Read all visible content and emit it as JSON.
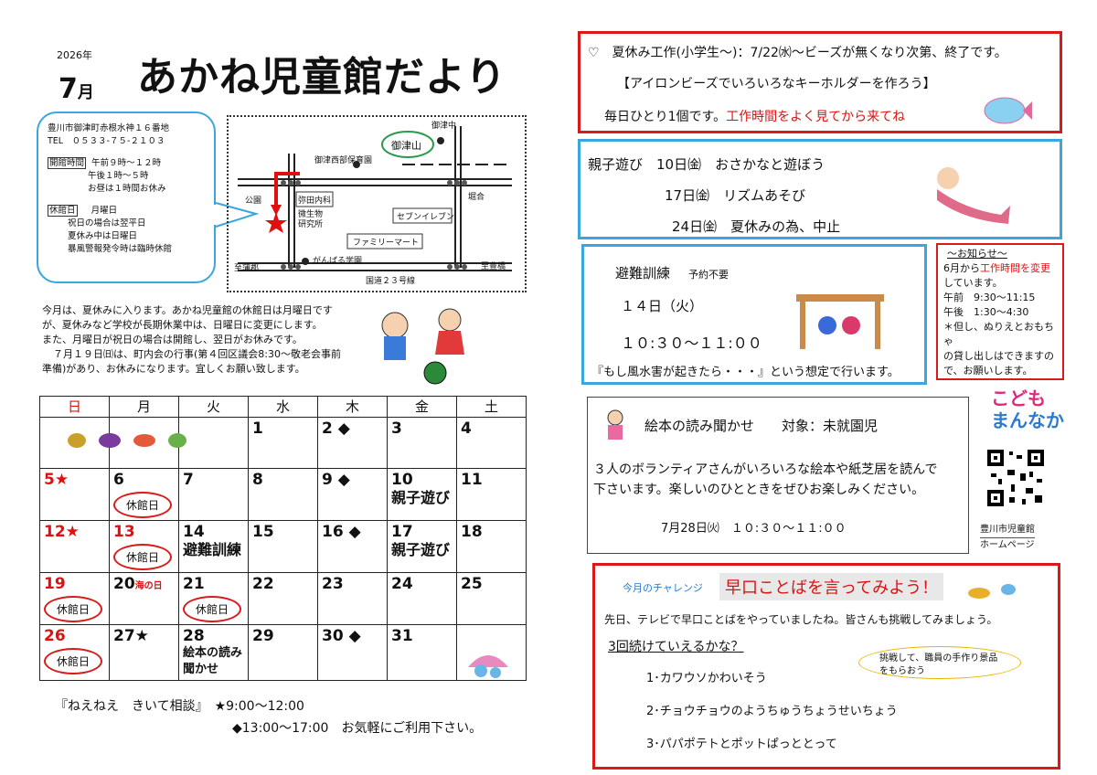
{
  "header": {
    "year": "2026年",
    "month": "7",
    "month_suffix": "月",
    "title": "あかね児童館だより"
  },
  "info": {
    "address": "豊川市御津町赤根水神１６番地",
    "tel": "TEL　０５３３-７５-２１０３",
    "hours_label": "開館時間",
    "hours_am": "午前９時～１２時",
    "hours_pm": "午後１時～５時",
    "hours_lunch": "お昼は１時間お休み",
    "closed_label": "休館日",
    "closed_day": "月曜日",
    "closed_1": "祝日の場合は翌平日",
    "closed_2": "夏休み中は日曜日",
    "closed_3": "暴風警報発令時は臨時休館"
  },
  "map": {
    "mitsuyama": "御津山",
    "mitsu_naka": "御津中",
    "hoikuen": "御津西部保育園",
    "park": "公園",
    "yada": "弥田内科",
    "biseibutsu": "微生物\n研究所",
    "family_mart": "ファミリーマート",
    "seven": "セブンイレブン",
    "horiai": "堀合",
    "ganbaru": "がんばる学園",
    "shigamo": "至蒲郡",
    "toyohashi": "至豊橋",
    "route": "国道２３号線"
  },
  "notice": {
    "l1": "今月は、夏休みに入ります。あかね児童館の休館日は月曜日です",
    "l2": "が、夏休みなど学校が長期休業中は、日曜日に変更にします。",
    "l3": "また、月曜日が祝日の場合は開館し、翌日がお休みです。",
    "l4": "７月１９日㈰は、町内会の行事(第４回区議会8:30～敬老会事前",
    "l5": "準備)があり、お休みになります。宜しくお願い致します。"
  },
  "calendar": {
    "weekdays": [
      "日",
      "月",
      "火",
      "水",
      "木",
      "金",
      "土"
    ],
    "closed_label": "休館日",
    "weeks": [
      [
        {
          "d": ""
        },
        {
          "d": ""
        },
        {
          "d": ""
        },
        {
          "d": "1"
        },
        {
          "d": "2 ◆"
        },
        {
          "d": "3"
        },
        {
          "d": "4"
        }
      ],
      [
        {
          "d": "5★",
          "red": true
        },
        {
          "d": "6",
          "closed": true
        },
        {
          "d": "7"
        },
        {
          "d": "8"
        },
        {
          "d": "9 ◆"
        },
        {
          "d": "10",
          "note": "親子遊び"
        },
        {
          "d": "11"
        }
      ],
      [
        {
          "d": "12★",
          "red": true
        },
        {
          "d": "13",
          "red": true,
          "closed": true
        },
        {
          "d": "14",
          "note": "避難訓練"
        },
        {
          "d": "15"
        },
        {
          "d": "16 ◆"
        },
        {
          "d": "17",
          "note": "親子遊び"
        },
        {
          "d": "18"
        }
      ],
      [
        {
          "d": "19",
          "red": true,
          "closed": true
        },
        {
          "d": "20",
          "sub": "海の日"
        },
        {
          "d": "21",
          "closed": true
        },
        {
          "d": "22"
        },
        {
          "d": "23"
        },
        {
          "d": "24"
        },
        {
          "d": "25"
        }
      ],
      [
        {
          "d": "26",
          "red": true,
          "closed": true
        },
        {
          "d": "27★"
        },
        {
          "d": "28",
          "note": "絵本の読み\n聞かせ"
        },
        {
          "d": "29"
        },
        {
          "d": "30 ◆"
        },
        {
          "d": "31"
        },
        {
          "d": ""
        }
      ]
    ]
  },
  "footer": {
    "l1": "『ねえねえ　きいて相談』　★9:00～12:00",
    "l2": "◆13:00～17:00　お気軽にご利用下さい。"
  },
  "craft": {
    "l1": "♡　夏休み工作(小学生～)：7/22㈬～ビーズが無くなり次第、終了です。",
    "l2": "【アイロンビーズでいろいろなキーホルダーを作ろう】",
    "l3a": "毎日ひとり1個です。",
    "l3b": "工作時間をよく見てから来てね"
  },
  "oyako": {
    "l1": "親子遊び　10日㈮　おさかなと遊ぼう",
    "l2": "17日㈮　リズムあそび",
    "l3": "24日㈮　夏休みの為、中止"
  },
  "drill": {
    "title": "避難訓練",
    "tag": "予約不要",
    "date": "１４日（火）",
    "time": "１０:３０～１１:００",
    "note": "『もし風水害が起きたら・・・』という想定で行います。"
  },
  "oshirase": {
    "title": "～お知らせ～",
    "l1a": "6月から",
    "l1b": "工作時間を変更",
    "l2": "しています。",
    "l3": "午前　9:30～11:15",
    "l4": "午後　1:30～4:30",
    "l5": "＊但し、ぬりえとおもちゃ",
    "l6": "の貸し出しはできますの",
    "l7": "で、お願いします。"
  },
  "ehon": {
    "title": "絵本の読み聞かせ　　対象：未就園児",
    "l1": "３人のボランティアさんがいろいろな絵本や紙芝居を読んで",
    "l2": "下さいます。楽しいのひとときをぜひお楽しみください。",
    "date": "7月28日㈫　１０:３０～１１:００"
  },
  "kodomo": {
    "logo1": "こども",
    "logo2": "まんなか",
    "qr_caption1": "豊川市児童館",
    "qr_caption2": "ホームページ"
  },
  "challenge": {
    "label": "今月のチャレンジ",
    "title": "早口ことばを言ってみよう！",
    "intro": "先日、テレビで早口ことばをやっていましたね。皆さんも挑戦してみましょう。",
    "sub": "3回続けていえるかな？",
    "bubble": "挑戦して、職員の手作り景品をもらおう",
    "i1": "1･カワウソかわいそう",
    "i2": "2･チョウチョウのようちゅうちょうせいちょう",
    "i3": "3･パパポテトとポットぱっととって"
  },
  "colors": {
    "red": "#d91a1a",
    "blue": "#3aa6e0"
  }
}
